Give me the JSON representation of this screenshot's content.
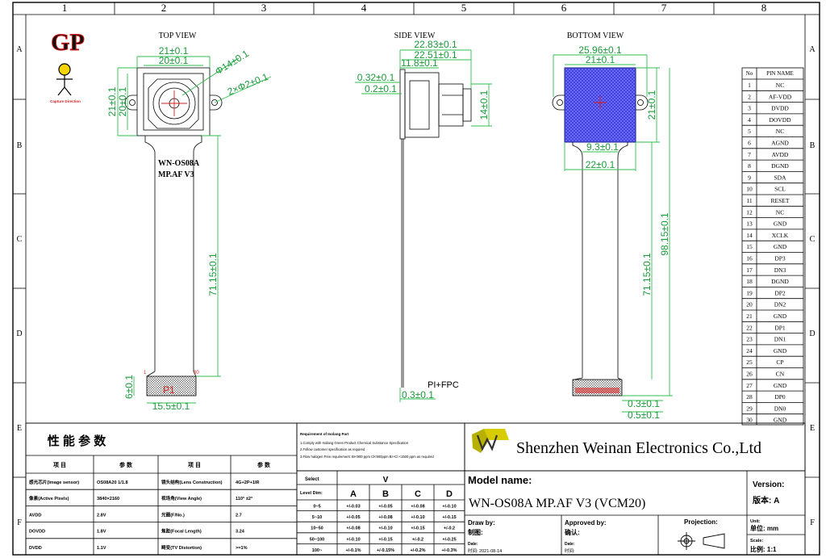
{
  "border": {
    "columns": [
      "1",
      "2",
      "3",
      "4",
      "5",
      "6",
      "7",
      "8"
    ],
    "rows": [
      "A",
      "B",
      "C",
      "D",
      "E",
      "F"
    ]
  },
  "logo": {
    "letters": "GP",
    "tagline": "Capture Direction"
  },
  "views": {
    "top": {
      "title": "TOP VIEW",
      "label_line1": "WN-OS08A",
      "label_line2": "MP.AF V3",
      "dims": {
        "w_outer": "21±0.1",
        "w_inner": "20±0.1",
        "h_outer": "21±0.1",
        "h_inner": "20±0.1",
        "lens": "Φ14±0.1",
        "holes": "2×Φ2±0.1",
        "flex_len": "71.15±0.1",
        "conn_w": "15.5±0.1",
        "conn_h": "6±0.1"
      },
      "pin_first": "1",
      "pin_last": "30",
      "connector_label": "P1"
    },
    "side": {
      "title": "SIDE VIEW",
      "label": "PI+FPC",
      "dims": {
        "d1": "22.83±0.1",
        "d2": "22.51±0.1",
        "d3": "11.8±0.1",
        "t1": "0.32±0.1",
        "t2": "0.2±0.1",
        "h": "14±0.1",
        "fpc": "0.3±0.1"
      }
    },
    "bottom": {
      "title": "BOTTOM VIEW",
      "dims": {
        "w_outer": "25.96±0.1",
        "w_inner": "21±0.1",
        "h": "21±0.1",
        "half": "9.3±0.1",
        "w22": "22±0.1",
        "flex_len": "71.15±0.1",
        "total": "98.15±0.1",
        "c1": "0.3±0.1",
        "c2": "0.5±0.1"
      }
    }
  },
  "pin_table": {
    "headers": [
      "No",
      "PIN NAME"
    ],
    "rows": [
      [
        "1",
        "NC"
      ],
      [
        "2",
        "AF-VDD"
      ],
      [
        "3",
        "DVDD"
      ],
      [
        "4",
        "DOVDD"
      ],
      [
        "5",
        "NC"
      ],
      [
        "6",
        "AGND"
      ],
      [
        "7",
        "AVDD"
      ],
      [
        "8",
        "DGND"
      ],
      [
        "9",
        "SDA"
      ],
      [
        "10",
        "SCL"
      ],
      [
        "11",
        "RESET"
      ],
      [
        "12",
        "NC"
      ],
      [
        "13",
        "GND"
      ],
      [
        "14",
        "XCLK"
      ],
      [
        "15",
        "GND"
      ],
      [
        "16",
        "DP3"
      ],
      [
        "17",
        "DN3"
      ],
      [
        "18",
        "DGND"
      ],
      [
        "19",
        "DP2"
      ],
      [
        "20",
        "DN2"
      ],
      [
        "21",
        "GND"
      ],
      [
        "22",
        "DP1"
      ],
      [
        "23",
        "DN1"
      ],
      [
        "24",
        "GND"
      ],
      [
        "25",
        "CP"
      ],
      [
        "26",
        "CN"
      ],
      [
        "27",
        "GND"
      ],
      [
        "28",
        "DP0"
      ],
      [
        "29",
        "DN0"
      ],
      [
        "30",
        "GND"
      ]
    ]
  },
  "performance": {
    "title": "性 能 参 数",
    "headers": [
      "项 目",
      "参 数",
      "项 目",
      "参 数"
    ],
    "rows": [
      [
        "感光芯片(Image sensor)",
        "OS08A20 1/1.8",
        "镜头结构(Lens Construction)",
        "4G+2P+1IR"
      ],
      [
        "像素(Active Pixels)",
        "3840×2160",
        "视场角(View Angle)",
        "110° ±2°"
      ],
      [
        "AVDD",
        "2.8V",
        "光圈(F/No.)",
        "2.7"
      ],
      [
        "DOVDD",
        "1.8V",
        "焦距(Focal Length)",
        "3.24"
      ],
      [
        "DVDD",
        "1.1V",
        "畸变(TV Distortion)",
        ">=1%"
      ]
    ]
  },
  "requirements": {
    "title": "Requirement of Inolang Part",
    "lines": [
      "1.Comply with Inolang Green Product Chemical Substance Specification",
      "2.Follow customer specification as required",
      "3.Flow halogen Free requirement: Br<900 ppm Cl<900ppm Br+Cl <1500 ppm as required"
    ]
  },
  "tolerance": {
    "select_label": "Select",
    "select_value": "V",
    "level_label": "Level Dim:",
    "levels": [
      "A",
      "B",
      "C",
      "D"
    ],
    "rows": [
      [
        "0~5",
        "+/-0.03",
        "+/-0.05",
        "+/-0.08",
        "+/-0.10"
      ],
      [
        "5~10",
        "+/-0.05",
        "+/-0.08",
        "+/-0.10",
        "+/-0.15"
      ],
      [
        "10~50",
        "+/-0.08",
        "+/-0.10",
        "+/-0.15",
        "+/-0.2"
      ],
      [
        "50~100",
        "+/-0.10",
        "+/-0.15",
        "+/-0.2",
        "+/-0.25"
      ],
      [
        "100~",
        "+/-0.1%",
        "+/-0.15%",
        "+/-0.2%",
        "+/-0.3%"
      ]
    ]
  },
  "company": {
    "name": "Shenzhen Weinan Electronics Co.,Ltd"
  },
  "title_block": {
    "model_label": "Model name:",
    "model_value": "WN-OS08A MP.AF V3 (VCM20)",
    "version_label": "Version:",
    "version_value": "版本: A",
    "drawn_label": "Draw by:",
    "drawn_cn": "制图:",
    "drawn_date_label": "Date:",
    "drawn_date_value": "时间: 2021-08-14",
    "approved_label": "Approved by:",
    "approved_cn": "确认:",
    "approved_date_label": "Date:",
    "approved_date_cn": "时间:",
    "projection_label": "Projection:",
    "unit_label": "Unit:",
    "unit_value": "单位: mm",
    "scale_label": "Scale:",
    "scale_value": "比例: 1:1"
  },
  "colors": {
    "dimension": "#2fbf4f",
    "sensor_blue": "#3a3adf",
    "sensor_hatch": "#6a6aff",
    "marker": "#d81e1e"
  }
}
